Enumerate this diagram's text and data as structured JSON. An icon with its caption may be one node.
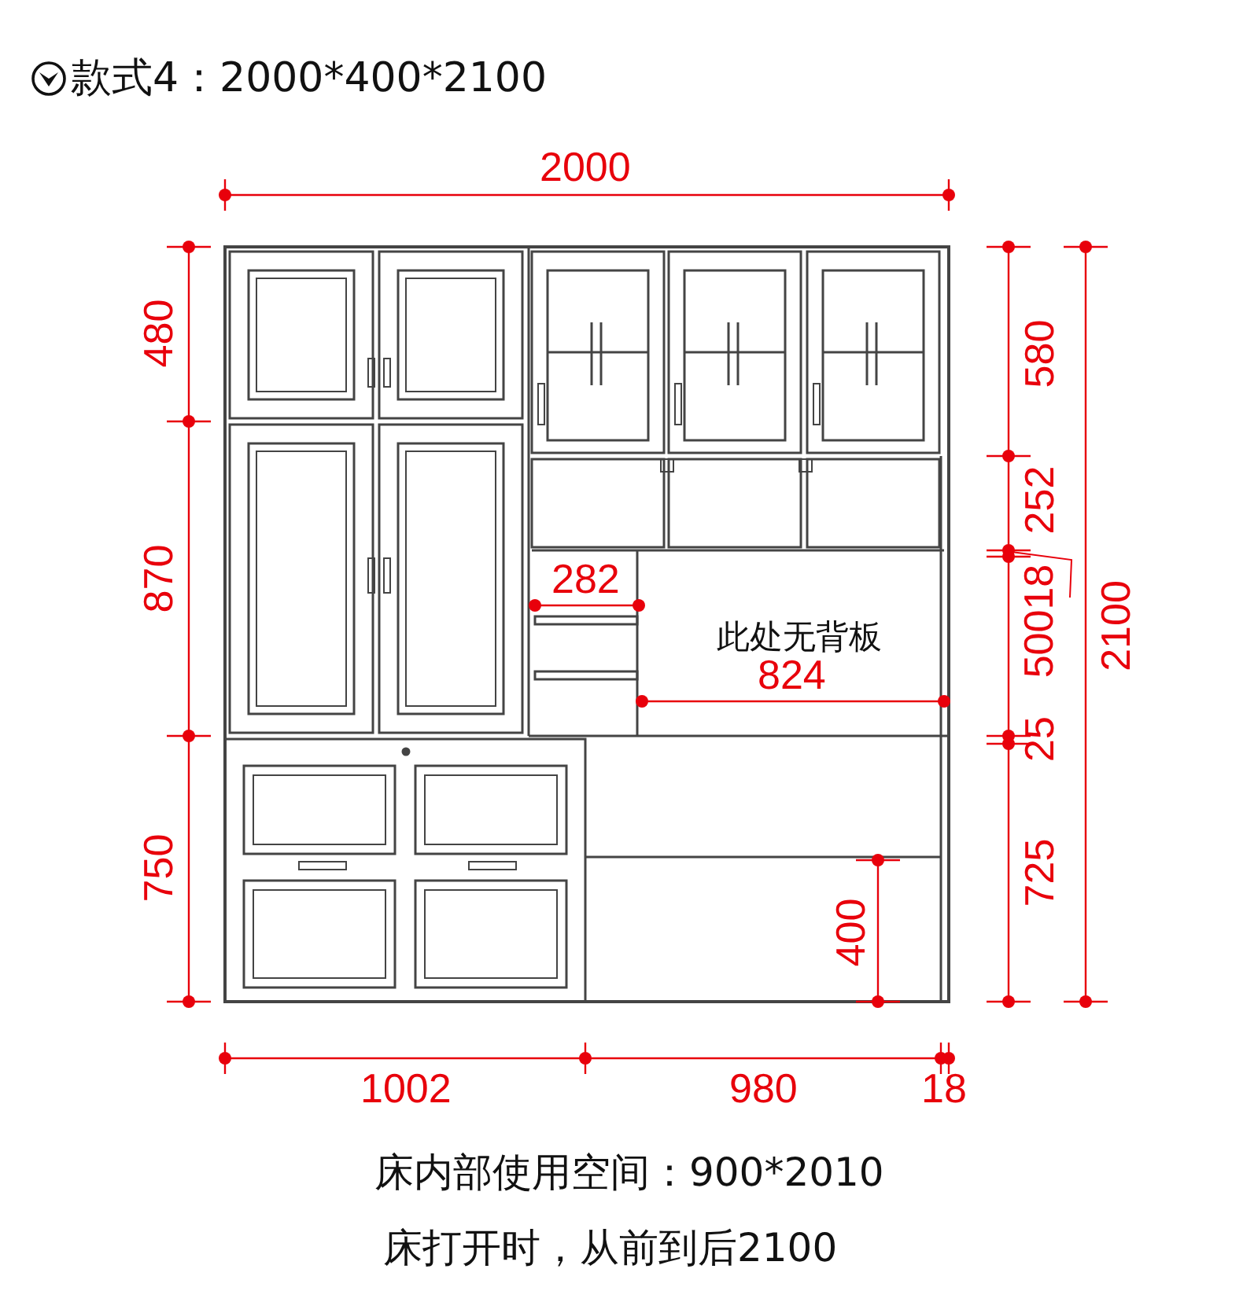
{
  "diagram": {
    "title": "款式4：2000*400*2100",
    "labels": [
      "2000",
      "480",
      "580",
      "252",
      "870",
      "282",
      "此处无背板",
      "824",
      "50018",
      "2100",
      "25",
      "750",
      "725",
      "400",
      "1002",
      "980",
      "18",
      "床内部使用空间：900*2010",
      "床打开时，从前到后2100"
    ]
  }
}
